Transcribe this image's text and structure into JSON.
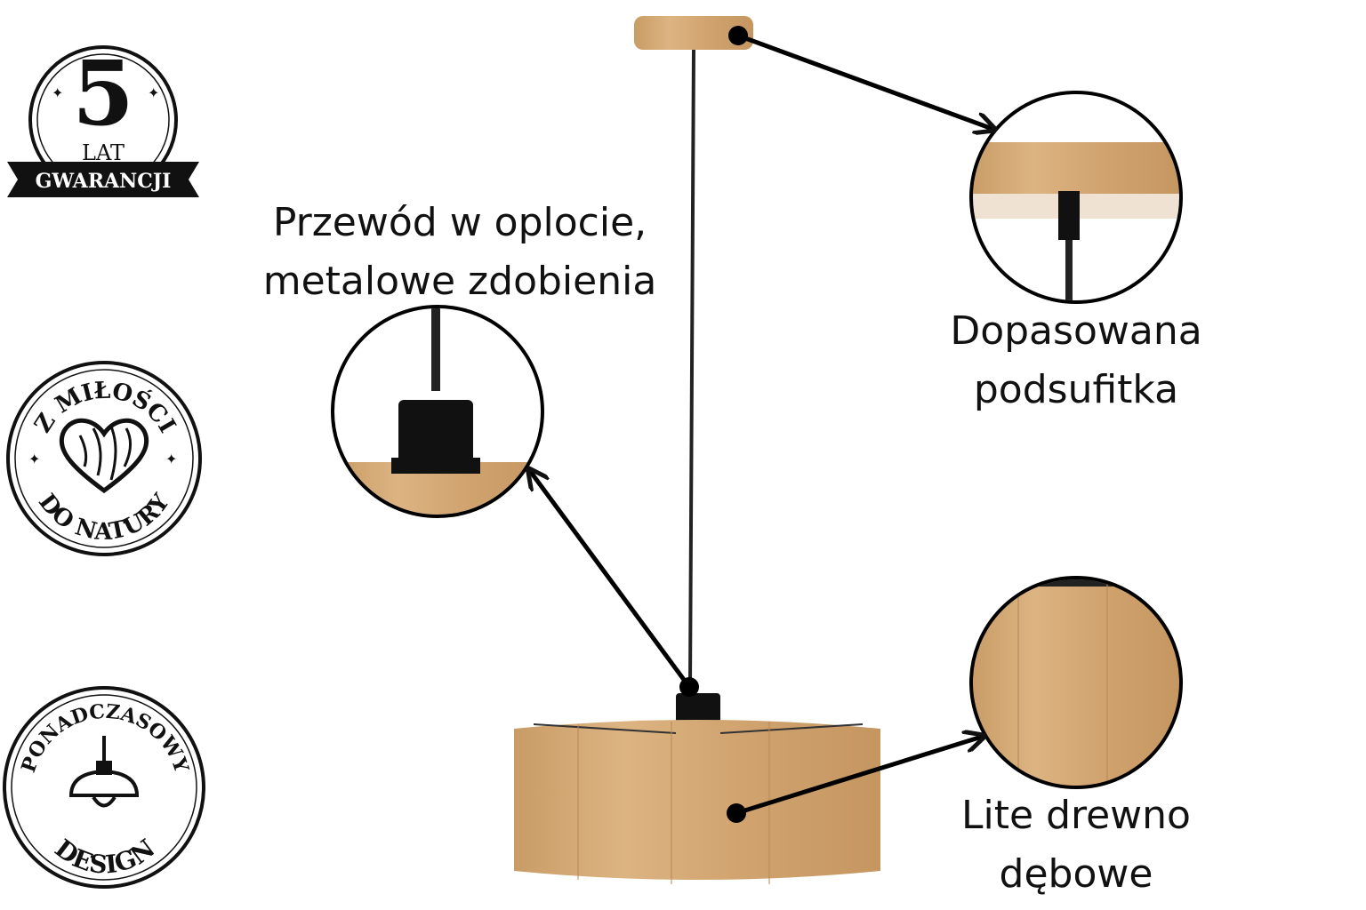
{
  "badges": {
    "warranty": {
      "number": "5",
      "line1": "LAT",
      "line2": "GWARANCJI"
    },
    "love": {
      "top": "Z MIŁOŚCI",
      "bottom": "DO NATURY"
    },
    "design": {
      "top": "PONADCZASOWY",
      "bottom": "DESIGN"
    }
  },
  "callouts": {
    "cord": {
      "line1": "Przewód w oplocie,",
      "line2": "metalowe zdobienia"
    },
    "canopy": {
      "line1": "Dopasowana",
      "line2": "podsufitka"
    },
    "wood": {
      "line1": "Lite drewno",
      "line2": "dębowe"
    }
  },
  "colors": {
    "wood": "#d2a772",
    "wood_dark": "#b9885a",
    "ink": "#111111"
  }
}
